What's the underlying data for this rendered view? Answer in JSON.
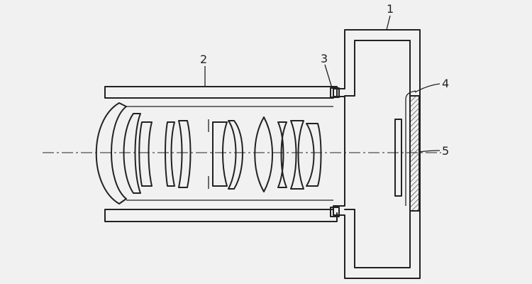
{
  "diagram": {
    "labels": {
      "camera_body": "1",
      "lens_barrel": "2",
      "mount": "3",
      "filter": "4",
      "image_sensor": "5"
    },
    "colors": {
      "line": "#222222",
      "background": "#f1f1f1",
      "hatch": "#444444"
    }
  }
}
